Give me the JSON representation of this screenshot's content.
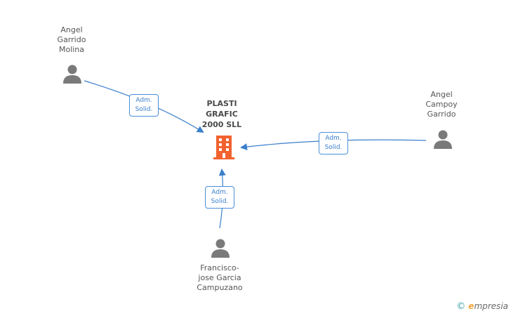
{
  "company": {
    "name": "PLASTI\nGRAFIC\n2000 SLL"
  },
  "people": [
    {
      "id": "angel-garrido-molina",
      "name": "Angel\nGarrido\nMolina",
      "role": "Adm.\nSolid."
    },
    {
      "id": "angel-campoy-garrido",
      "name": "Angel\nCampoy\nGarrido",
      "role": "Adm.\nSolid."
    },
    {
      "id": "francisco-jose-garcia-campuzano",
      "name": "Francisco-\njose Garcia\nCampuzano",
      "role": "Adm.\nSolid."
    }
  ],
  "colors": {
    "company": "#f2622e",
    "person": "#7a7a7a",
    "edge": "#3a7fcc"
  },
  "footer": {
    "copyright": "©",
    "brand_first": "e",
    "brand_rest": "mpresia"
  }
}
